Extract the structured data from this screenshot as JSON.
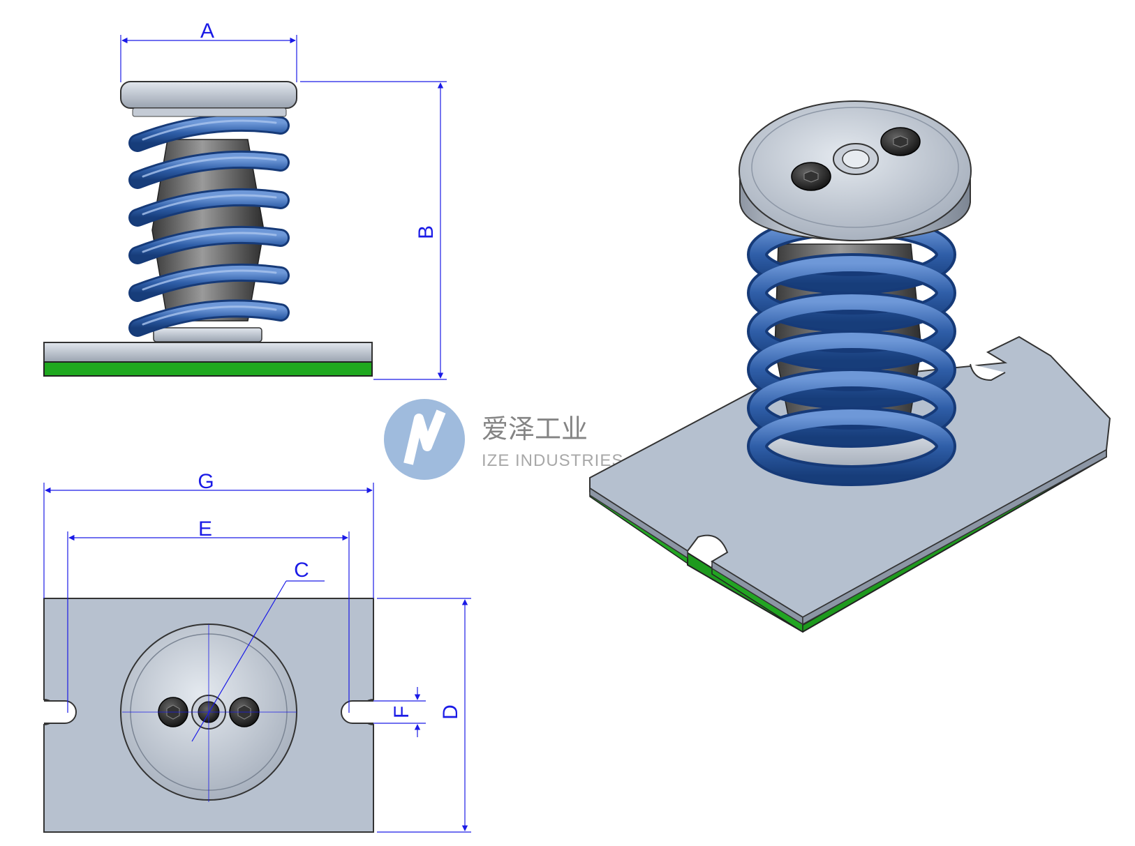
{
  "dimension_labels": {
    "a": "A",
    "b": "B",
    "c": "C",
    "d": "D",
    "e": "E",
    "f": "F",
    "g": "G"
  },
  "watermark": {
    "name_cn": "爱泽工业",
    "name_en": "IZE INDUSTRIES"
  },
  "colors": {
    "spring": "#2f5ea8",
    "pad": "#1fa81f",
    "plate": "#b5c0cf",
    "dimension_lines": "#1a1ae6",
    "logo": "#8fb0d8"
  }
}
